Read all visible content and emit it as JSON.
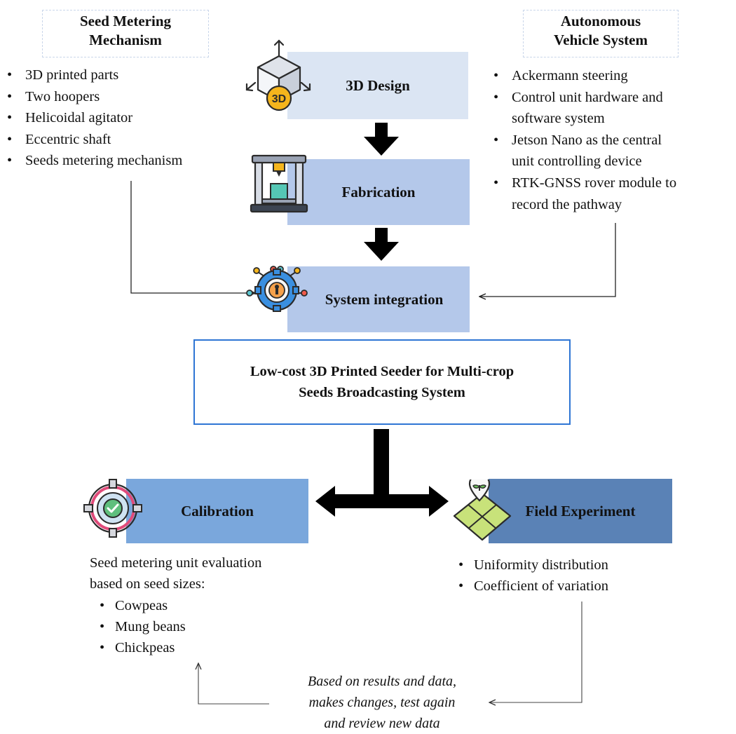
{
  "seed_metering": {
    "heading_line1": "Seed Metering",
    "heading_line2": "Mechanism",
    "items": [
      "3D printed parts",
      "Two hoopers",
      "Helicoidal agitator",
      "Eccentric shaft",
      "Seeds metering mechanism"
    ]
  },
  "autonomous_vehicle": {
    "heading_line1": "Autonomous",
    "heading_line2": "Vehicle System",
    "items": [
      {
        "line1": "Ackermann steering",
        "line2": ""
      },
      {
        "line1": "Control unit hardware and",
        "line2": "software system"
      },
      {
        "line1": "Jetson Nano as the central",
        "line2": "unit controlling device"
      },
      {
        "line1": "RTK-GNSS rover module to",
        "line2": "record the pathway"
      }
    ]
  },
  "stages": {
    "design": "3D Design",
    "fabrication": "Fabrication",
    "integration": "System integration",
    "calibration": "Calibration",
    "field": "Field Experiment"
  },
  "icons": {
    "design_badge": "3D"
  },
  "central": {
    "line1": "Low-cost 3D Printed Seeder for Multi-crop",
    "line2": "Seeds Broadcasting System"
  },
  "calibration_notes": {
    "line1": "Seed metering unit evaluation",
    "line2": "based on seed sizes:",
    "items": [
      "Cowpeas",
      "Mung beans",
      "Chickpeas"
    ]
  },
  "field_notes": {
    "items": [
      "Uniformity distribution",
      "Coefficient of variation"
    ]
  },
  "feedback": {
    "line1": "Based on results and data,",
    "line2": "makes changes, test again",
    "line3": "and review new data"
  },
  "colors": {
    "design_fill": "#dbe5f3",
    "fabrication_fill": "#b4c8ea",
    "integration_fill": "#b4c8ea",
    "calibration_fill": "#7aa7dc",
    "field_fill": "#5a82b6",
    "central_border": "#2e75d4"
  }
}
